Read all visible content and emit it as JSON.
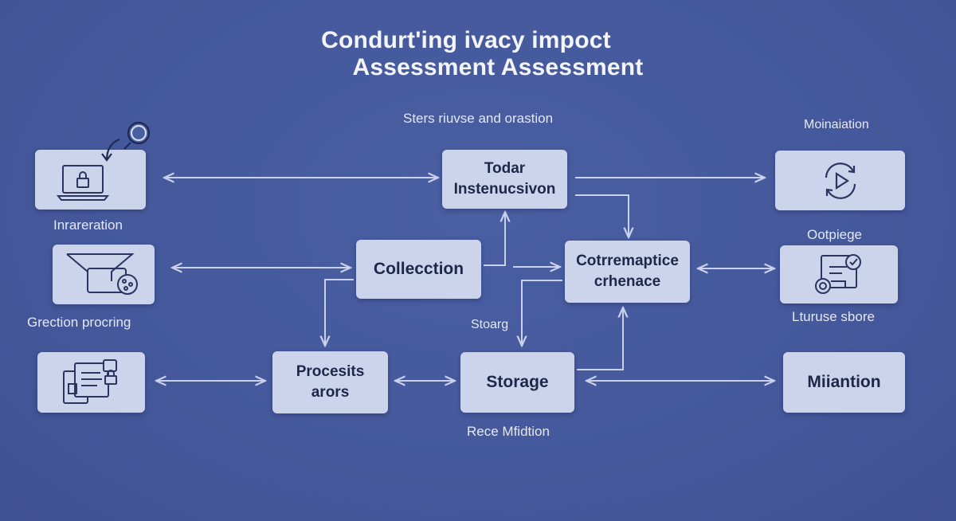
{
  "title": {
    "line1": "Condurt'ing ivacy impoct",
    "line2": "Assessment Assessment"
  },
  "labels": {
    "steps": "Sters riuvse  and orastion",
    "moinaiation": "Moinaiation",
    "inrareration": "Inrareration",
    "ootpiege": "Ootpiege",
    "grection": "Grection procring",
    "storag": "Stoarg",
    "lturuse": "Lturuse sbore",
    "rece": "Rece Mfidtion"
  },
  "nodes": {
    "todar": {
      "line1": "Todar",
      "line2": "Instenucsivon"
    },
    "collection": {
      "line1": "Collecction"
    },
    "cotre": {
      "line1": "Cotrremaptice",
      "line2": "crhenace"
    },
    "processes": {
      "line1": "Procesits",
      "line2": "arors"
    },
    "storage": {
      "line1": "Storage"
    },
    "miantion": {
      "line1": "Miiantion"
    }
  },
  "icons": {
    "inrareration": "laptop-lock-search-icon",
    "grection": "funnel-globe-icon",
    "docs": "documents-lock-icon",
    "moinaiation": "sync-play-icon",
    "ootpiege": "certificate-check-icon"
  },
  "colors": {
    "background": "#44589b",
    "box": "#ccd4ec",
    "arrow": "#c9d1ec",
    "text": "#1d2748"
  }
}
